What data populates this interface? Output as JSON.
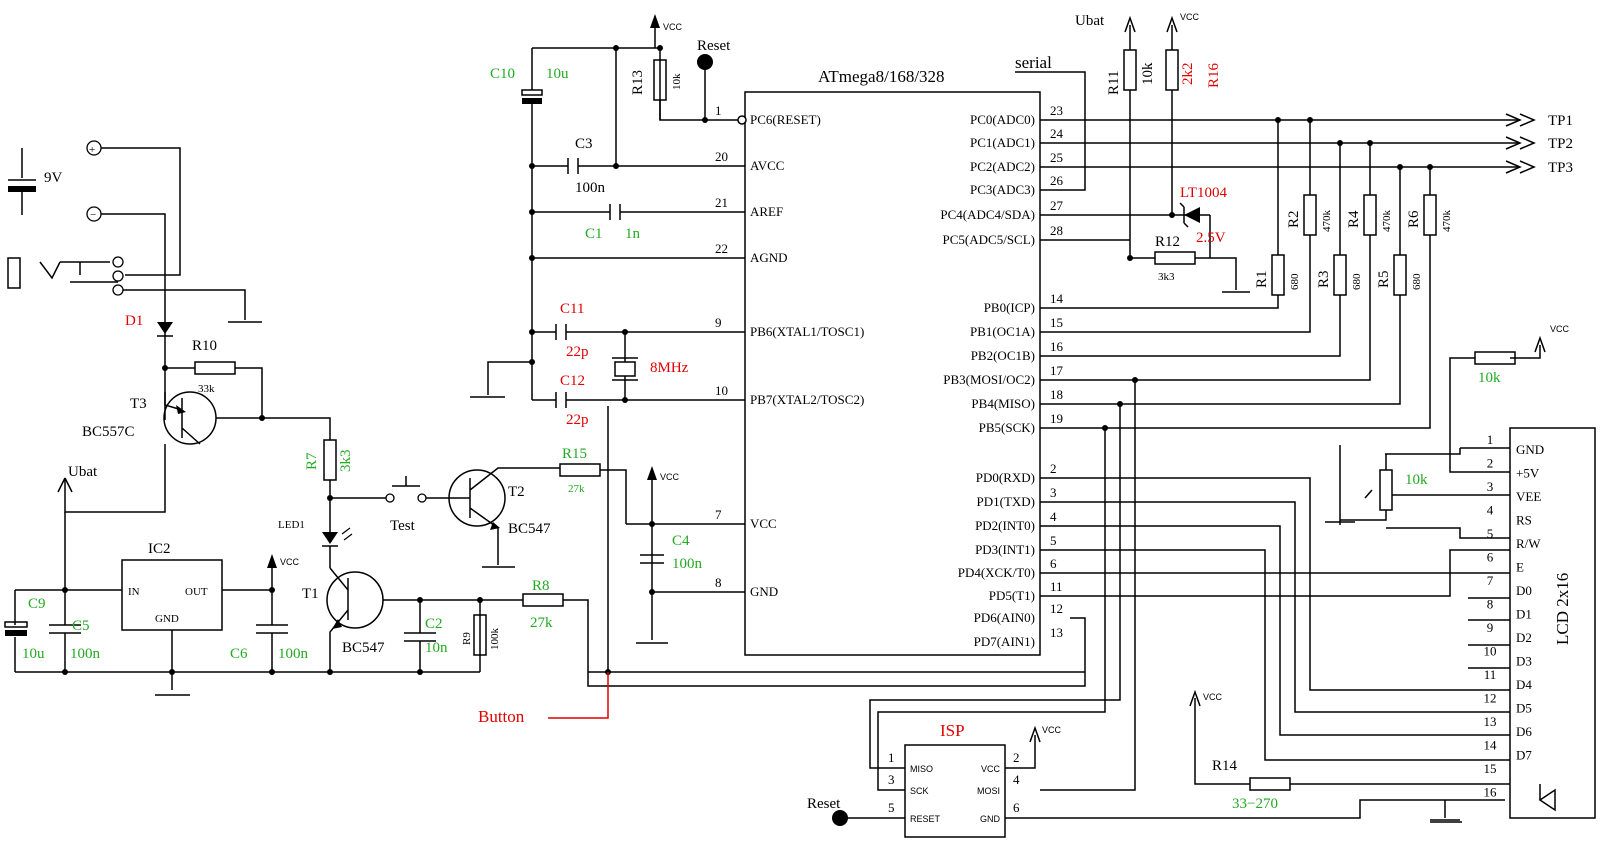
{
  "mcu": {
    "name": "ATmega8/168/328",
    "left_pins": [
      {
        "num": "1",
        "name": "PC6(RESET)"
      },
      {
        "num": "20",
        "name": "AVCC"
      },
      {
        "num": "21",
        "name": "AREF"
      },
      {
        "num": "22",
        "name": "AGND"
      },
      {
        "num": "9",
        "name": "PB6(XTAL1/TOSC1)"
      },
      {
        "num": "10",
        "name": "PB7(XTAL2/TOSC2)"
      },
      {
        "num": "7",
        "name": "VCC"
      },
      {
        "num": "8",
        "name": "GND"
      }
    ],
    "right_pins": [
      {
        "num": "23",
        "name": "PC0(ADC0)"
      },
      {
        "num": "24",
        "name": "PC1(ADC1)"
      },
      {
        "num": "25",
        "name": "PC2(ADC2)"
      },
      {
        "num": "26",
        "name": "PC3(ADC3)"
      },
      {
        "num": "27",
        "name": "PC4(ADC4/SDA)"
      },
      {
        "num": "28",
        "name": "PC5(ADC5/SCL)"
      },
      {
        "num": "14",
        "name": "PB0(ICP)"
      },
      {
        "num": "15",
        "name": "PB1(OC1A)"
      },
      {
        "num": "16",
        "name": "PB2(OC1B)"
      },
      {
        "num": "17",
        "name": "PB3(MOSI/OC2)"
      },
      {
        "num": "18",
        "name": "PB4(MISO)"
      },
      {
        "num": "19",
        "name": "PB5(SCK)"
      },
      {
        "num": "2",
        "name": "PD0(RXD)"
      },
      {
        "num": "3",
        "name": "PD1(TXD)"
      },
      {
        "num": "4",
        "name": "PD2(INT0)"
      },
      {
        "num": "5",
        "name": "PD3(INT1)"
      },
      {
        "num": "6",
        "name": "PD4(XCK/T0)"
      },
      {
        "num": "11",
        "name": "PD5(T1)"
      },
      {
        "num": "12",
        "name": "PD6(AIN0)"
      },
      {
        "num": "13",
        "name": "PD7(AIN1)"
      }
    ]
  },
  "lcd": {
    "name": "LCD 2x16",
    "pins": [
      {
        "num": "1",
        "name": "GND"
      },
      {
        "num": "2",
        "name": "+5V"
      },
      {
        "num": "3",
        "name": "VEE"
      },
      {
        "num": "4",
        "name": "RS"
      },
      {
        "num": "5",
        "name": "R/W"
      },
      {
        "num": "6",
        "name": "E"
      },
      {
        "num": "7",
        "name": "D0"
      },
      {
        "num": "8",
        "name": "D1"
      },
      {
        "num": "9",
        "name": "D2"
      },
      {
        "num": "10",
        "name": "D3"
      },
      {
        "num": "11",
        "name": "D4"
      },
      {
        "num": "12",
        "name": "D5"
      },
      {
        "num": "13",
        "name": "D6"
      },
      {
        "num": "14",
        "name": "D7"
      },
      {
        "num": "15",
        "name": ""
      },
      {
        "num": "16",
        "name": ""
      }
    ]
  },
  "isp": {
    "title": "ISP",
    "left": [
      {
        "num": "1",
        "name": "MISO"
      },
      {
        "num": "3",
        "name": "SCK"
      },
      {
        "num": "5",
        "name": "RESET"
      }
    ],
    "right": [
      {
        "num": "2",
        "name": "VCC"
      },
      {
        "num": "4",
        "name": "MOSI"
      },
      {
        "num": "6",
        "name": "GND"
      }
    ]
  },
  "labels": {
    "vcc": "VCC",
    "reset": "Reset",
    "serial": "serial",
    "ubat": "Ubat",
    "tp1": "TP1",
    "tp2": "TP2",
    "tp3": "TP3",
    "battery": "9V",
    "button": "Button",
    "test": "Test",
    "led1": "LED1",
    "ic2": "IC2",
    "ic2_in": "IN",
    "ic2_out": "OUT",
    "ic2_gnd": "GND",
    "d1": "D1",
    "t1": "T1",
    "t2": "T2",
    "t3": "T3",
    "bc547": "BC547",
    "bc557c": "BC557C",
    "crystal": "8MHz",
    "lt1004": "LT1004",
    "lt1004_v": "2.5V",
    "r1": "R1",
    "r2": "R2",
    "r3": "R3",
    "r4": "R4",
    "r5": "R5",
    "r6": "R6",
    "r7": "R7",
    "r8": "R8",
    "r9": "R9",
    "r10": "R10",
    "r11": "R11",
    "r12": "R12",
    "r13": "R13",
    "r14": "R14",
    "r15": "R15",
    "r16": "R16",
    "v680": "680",
    "v470k": "470k",
    "v10k": "10k",
    "v2k2": "2k2",
    "v3k3": "3k3",
    "v33k": "33k",
    "v27k": "27k",
    "v100k": "100k",
    "v33_270": "33−270",
    "c1": "C1",
    "c2": "C2",
    "c3": "C3",
    "c4": "C4",
    "c5": "C5",
    "c6": "C6",
    "c9": "C9",
    "c10": "C10",
    "c11": "C11",
    "c12": "C12",
    "v10u": "10u",
    "v100n": "100n",
    "v1n": "1n",
    "v10n": "10n",
    "v22p": "22p",
    "pot10k": "10k",
    "plus": "+",
    "minus": "−"
  },
  "colors": {
    "component_label": "#22aa22",
    "highlight": "#e00000",
    "wire": "#000000"
  }
}
